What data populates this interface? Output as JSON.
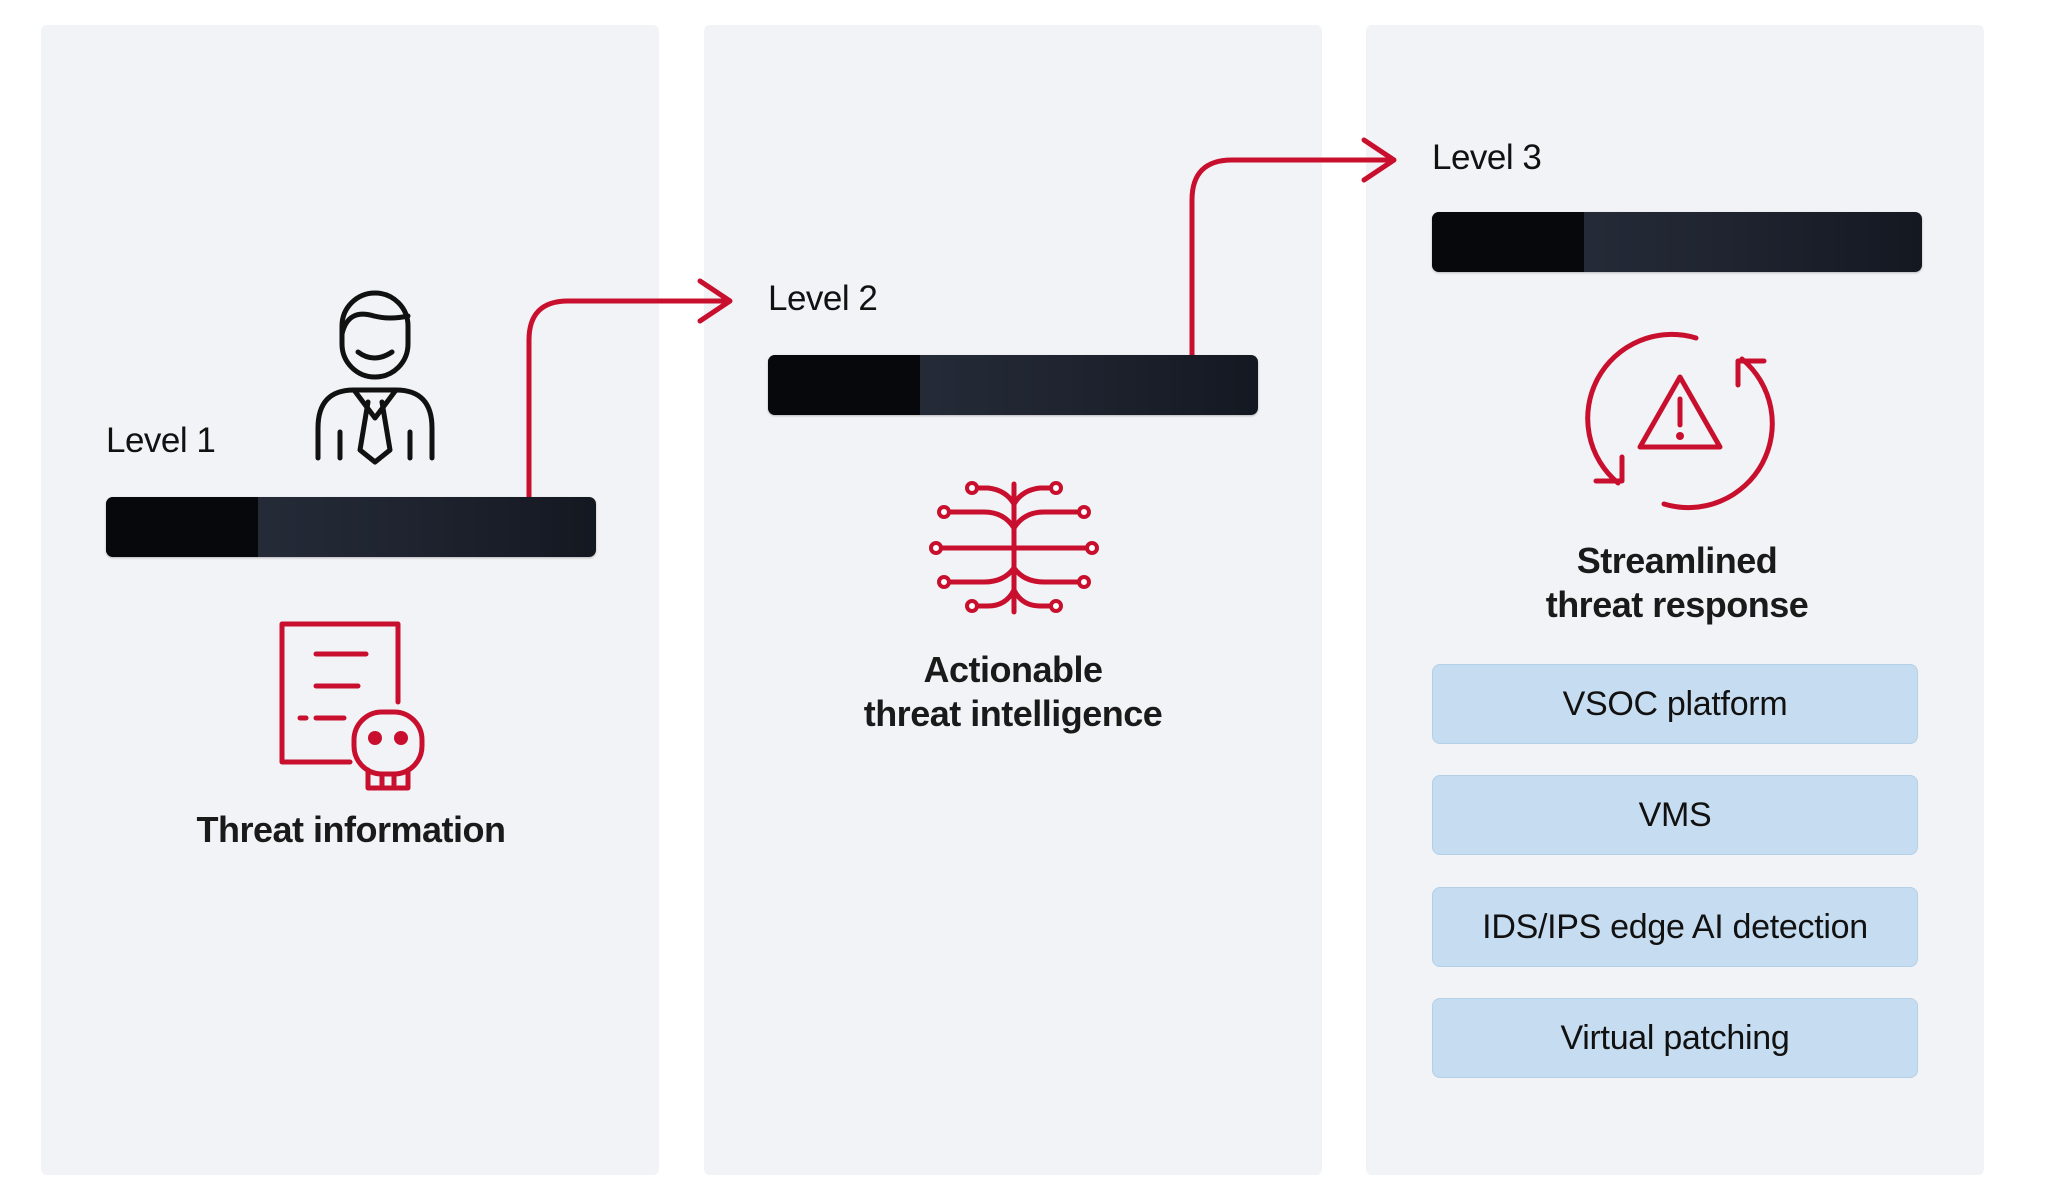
{
  "levels": [
    {
      "label": "Level 1",
      "progress": 0.31,
      "caption_lines": [
        "Threat information"
      ],
      "icon": "threat-document-skull-icon"
    },
    {
      "label": "Level 2",
      "progress": 0.31,
      "caption_lines": [
        "Actionable",
        "threat intelligence"
      ],
      "icon": "neural-circuit-icon"
    },
    {
      "label": "Level 3",
      "progress": 0.31,
      "caption_lines": [
        "Streamlined",
        "threat response"
      ],
      "icon": "warning-cycle-icon"
    }
  ],
  "solutions": [
    "VSOC platform",
    "VMS",
    "IDS/IPS edge AI detection",
    "Virtual patching"
  ],
  "person_icon": "analyst-person-icon",
  "colors": {
    "accent": "#c8102e",
    "panel": "#f2f3f6",
    "bar": "#1f2430",
    "bar_fill": "#07080b",
    "button": "#c6dcf0"
  }
}
